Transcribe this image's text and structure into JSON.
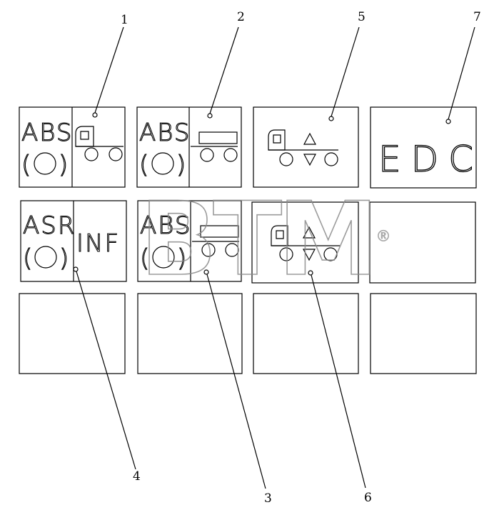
{
  "panels": [
    {
      "id": "p1",
      "labels": [
        "ABS",
        "(",
        ")"
      ],
      "icon": "abs-truck"
    },
    {
      "id": "p2",
      "labels": [
        "ABS",
        "(",
        ")"
      ],
      "icon": "abs-trailer"
    },
    {
      "id": "p5",
      "labels": [],
      "icon": "truck-level"
    },
    {
      "id": "p7",
      "labels": [
        "EDC"
      ],
      "icon": "edc"
    },
    {
      "id": "p4",
      "labels": [
        "ASR",
        "(",
        ")",
        "INF"
      ],
      "icon": "asr-inf"
    },
    {
      "id": "p3",
      "labels": [
        "ABS",
        "(",
        ")"
      ],
      "icon": "abs-trailer"
    },
    {
      "id": "p6",
      "labels": [],
      "icon": "truck-level"
    },
    {
      "id": "p8",
      "labels": [],
      "icon": "blank"
    },
    {
      "id": "p9",
      "labels": [],
      "icon": "blank"
    },
    {
      "id": "p10",
      "labels": [],
      "icon": "blank"
    },
    {
      "id": "p11",
      "labels": [],
      "icon": "blank"
    },
    {
      "id": "p12",
      "labels": [],
      "icon": "blank"
    }
  ],
  "callouts": [
    "1",
    "2",
    "5",
    "7",
    "4",
    "3",
    "6"
  ],
  "watermark": {
    "text": "BTM",
    "mark": "®",
    "color": "#8a8a8a"
  }
}
